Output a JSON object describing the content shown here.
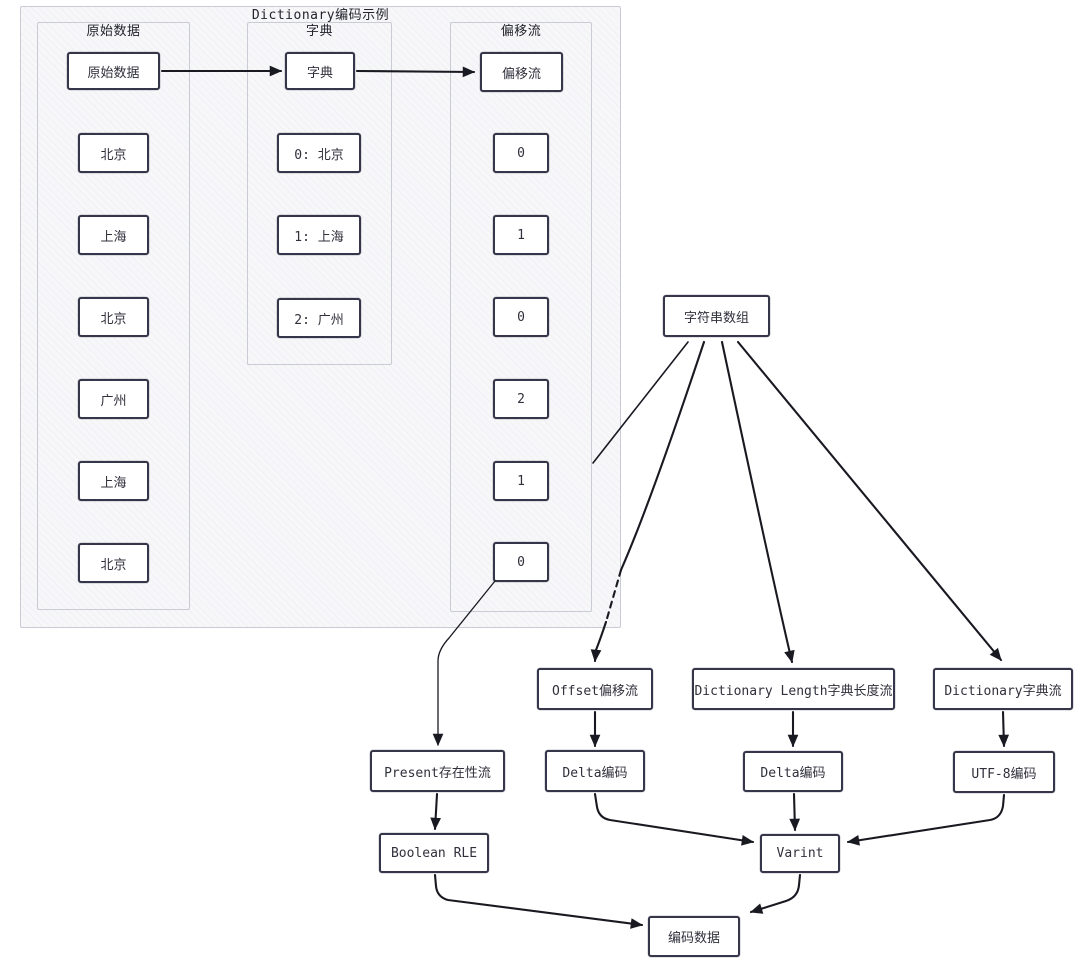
{
  "example": {
    "title": "Dictionary编码示例",
    "columns": [
      {
        "title": "原始数据",
        "header": "原始数据",
        "items": [
          "北京",
          "上海",
          "北京",
          "广州",
          "上海",
          "北京"
        ]
      },
      {
        "title": "字典",
        "header": "字典",
        "items": [
          "0: 北京",
          "1: 上海",
          "2: 广州"
        ]
      },
      {
        "title": "偏移流",
        "header": "偏移流",
        "items": [
          "0",
          "1",
          "0",
          "2",
          "1",
          "0"
        ]
      }
    ]
  },
  "flow": {
    "source": "字符串数组",
    "present_stream": "Present存在性流",
    "offset_stream": "Offset偏移流",
    "dict_length_stream": "Dictionary Length字典长度流",
    "dict_stream": "Dictionary字典流",
    "delta_encode_left": "Delta编码",
    "delta_encode_right": "Delta编码",
    "utf8_encode": "UTF-8编码",
    "boolean_rle": "Boolean RLE",
    "varint": "Varint",
    "encoded_data": "编码数据"
  },
  "colors": {
    "canvas_bg": "#ffffff",
    "container_bg": "#f7f7f9",
    "container_border": "#c9ccd4",
    "box_border": "#36364a",
    "stroke": "#191922",
    "text": "#2e2e3a"
  }
}
